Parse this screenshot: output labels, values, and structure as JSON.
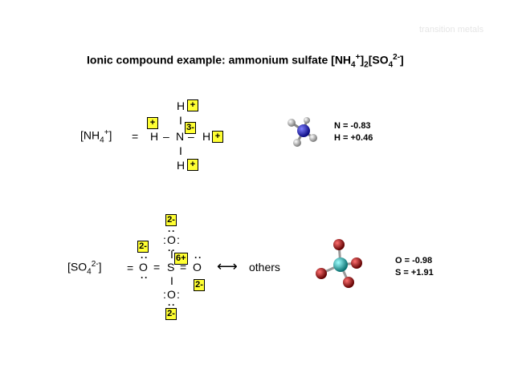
{
  "nav_link": "transition metals",
  "title": {
    "prefix": "Ionic compound example:  ammonium sulfate [NH",
    "sub1": "4",
    "sup1": "+",
    "mid1": "]",
    "sub2": "2",
    "mid2": "[SO",
    "sub3": "4",
    "sup3": "2-",
    "end": "]"
  },
  "ammonium": {
    "formula": {
      "open": "[NH",
      "sub": "4",
      "sup": "+",
      "close": "]",
      "eq": "="
    },
    "atoms": {
      "center": "N",
      "h": "H"
    },
    "bond_v": "I",
    "bond_h": "–",
    "charges": {
      "n": "3-",
      "h": "+"
    },
    "partial_charges": [
      "N = -0.83",
      "H = +0.46"
    ]
  },
  "sulfate": {
    "formula": {
      "open": "[SO",
      "sub": "4",
      "sup": "2-",
      "close": "]",
      "eq": "="
    },
    "atoms": {
      "center": "S",
      "o": "O"
    },
    "bond_v": "I",
    "bond_h": "=",
    "lone_pair": "··",
    "colon": ":",
    "charges": {
      "s": "6+",
      "o": "2-"
    },
    "resonance": {
      "arrow": "⟷",
      "label": "others"
    },
    "partial_charges": [
      "O = -0.98",
      "S = +1.91"
    ]
  },
  "colors": {
    "charge_box": "#ffff33",
    "nitrogen": "#1a1acc",
    "hydrogen": "#c8c8c8",
    "sulfur": "#20b2aa",
    "oxygen": "#b01010"
  }
}
